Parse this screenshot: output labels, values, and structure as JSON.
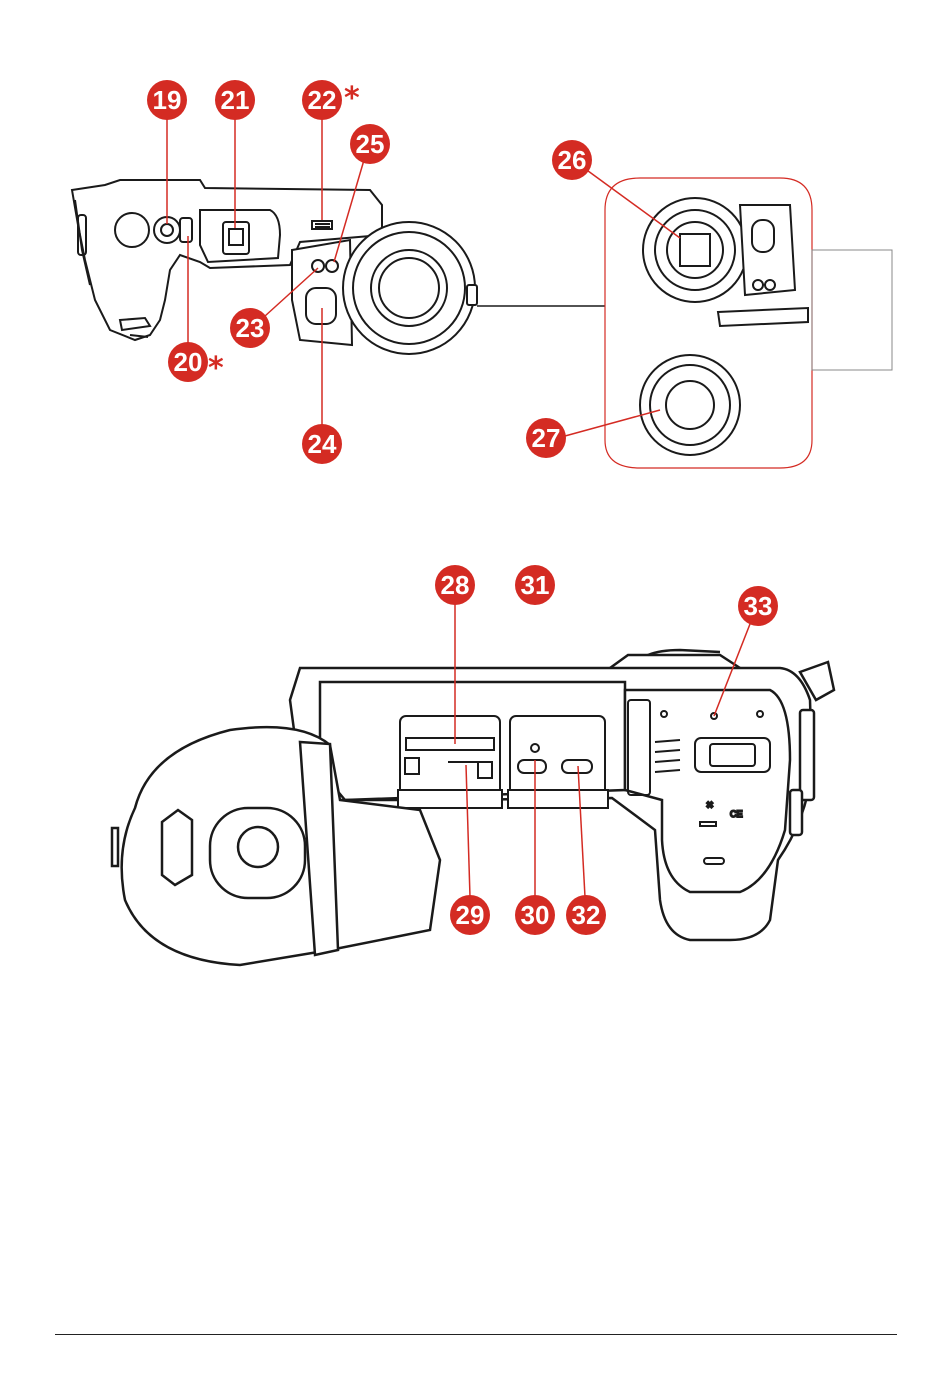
{
  "callouts_top": [
    {
      "id": "c19",
      "number": "19",
      "star": ""
    },
    {
      "id": "c21",
      "number": "21",
      "star": ""
    },
    {
      "id": "c22",
      "number": "22",
      "star": "*"
    },
    {
      "id": "c25",
      "number": "25",
      "star": ""
    },
    {
      "id": "c23",
      "number": "23",
      "star": ""
    },
    {
      "id": "c20",
      "number": "20",
      "star": "*"
    },
    {
      "id": "c24",
      "number": "24",
      "star": ""
    },
    {
      "id": "c26",
      "number": "26",
      "star": ""
    },
    {
      "id": "c27",
      "number": "27",
      "star": ""
    }
  ],
  "callouts_bottom": [
    {
      "id": "c28",
      "number": "28"
    },
    {
      "id": "c31",
      "number": "31"
    },
    {
      "id": "c33",
      "number": "33"
    },
    {
      "id": "c29",
      "number": "29"
    },
    {
      "id": "c30",
      "number": "30"
    },
    {
      "id": "c32",
      "number": "32"
    }
  ],
  "colors": {
    "accent_red": "#d42b23",
    "outline": "#1a1a1a",
    "body_fill": "#ffffff"
  }
}
